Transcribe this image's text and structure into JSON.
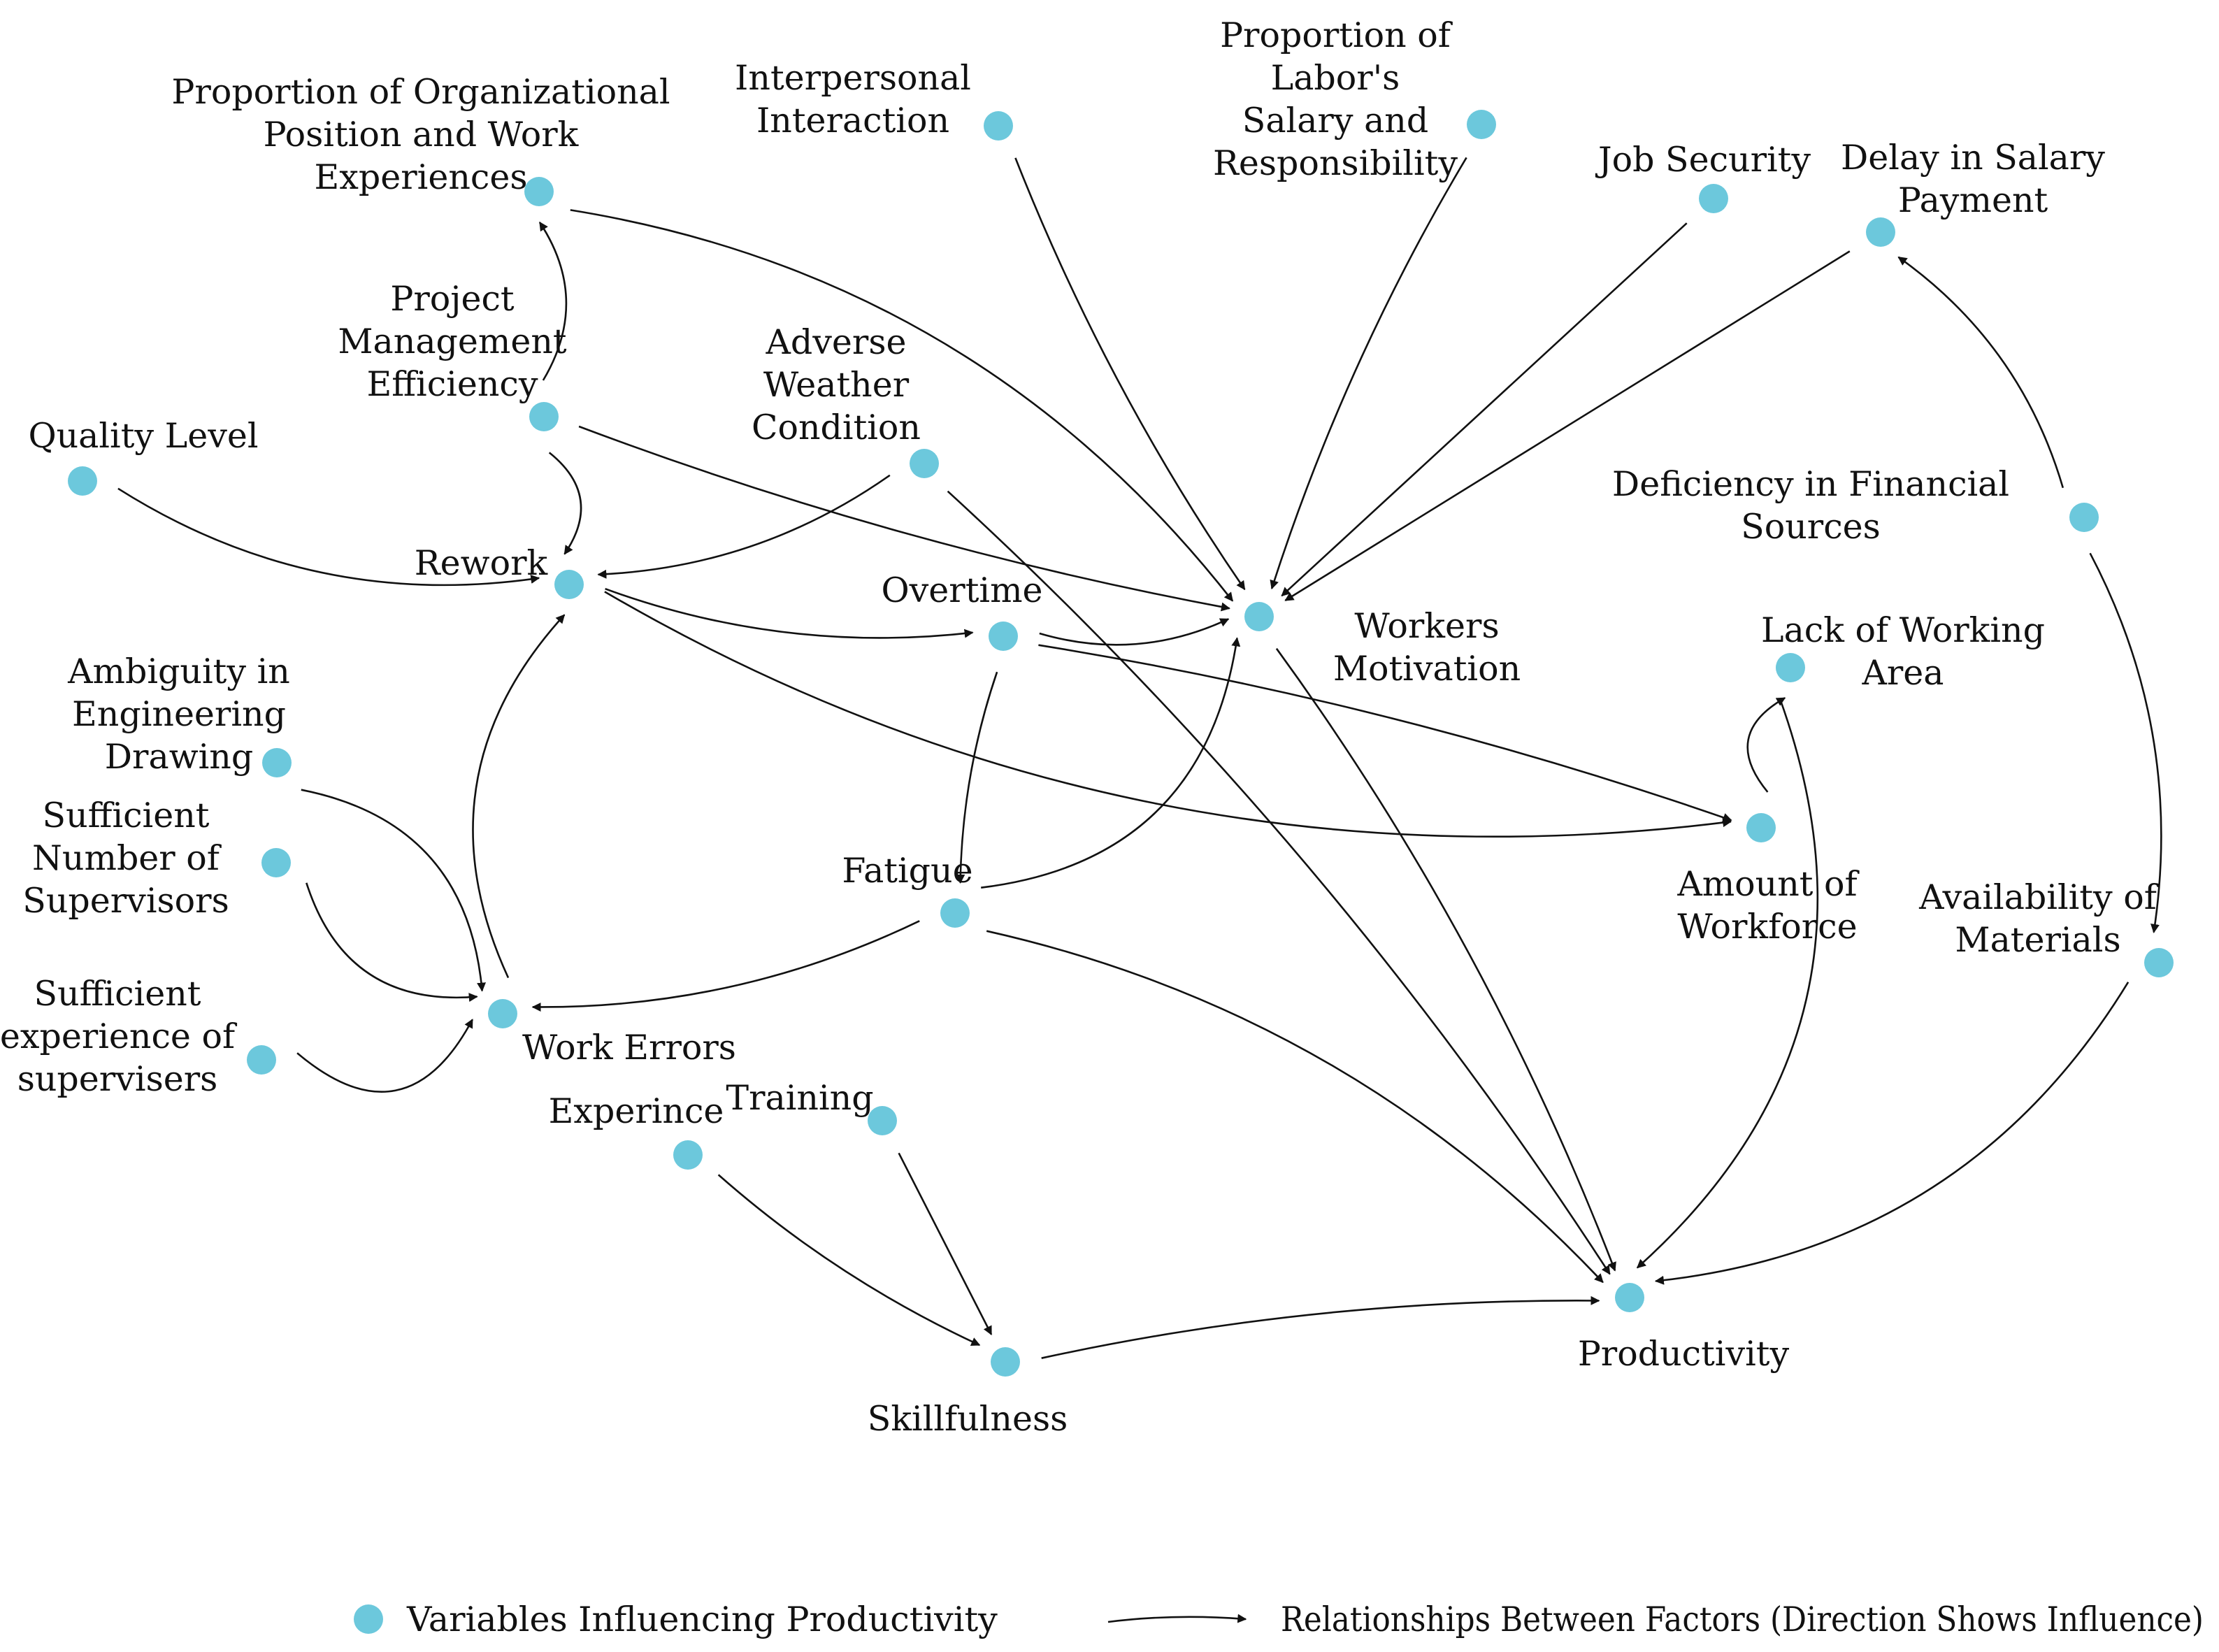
{
  "colors": {
    "node": "#6cc8dc",
    "edge": "#111111",
    "background": "#ffffff"
  },
  "nodes": [
    {
      "id": "org_position",
      "label": [
        "Proportion of Organizational",
        "Position and Work",
        "Experiences"
      ]
    },
    {
      "id": "interpersonal",
      "label": [
        "Interpersonal",
        "Interaction"
      ]
    },
    {
      "id": "labor_salary",
      "label": [
        "Proportion of",
        "Labor's",
        "Salary and",
        "Responsibility"
      ]
    },
    {
      "id": "job_security",
      "label": [
        "Job Security"
      ]
    },
    {
      "id": "delay_salary",
      "label": [
        "Delay in Salary",
        "Payment"
      ]
    },
    {
      "id": "pm_efficiency",
      "label": [
        "Project",
        "Management",
        "Efficiency"
      ]
    },
    {
      "id": "weather",
      "label": [
        "Adverse",
        "Weather",
        "Condition"
      ]
    },
    {
      "id": "quality",
      "label": [
        "Quality Level"
      ]
    },
    {
      "id": "financial",
      "label": [
        "Deficiency in Financial",
        "Sources"
      ]
    },
    {
      "id": "rework",
      "label": [
        "Rework"
      ]
    },
    {
      "id": "overtime",
      "label": [
        "Overtime"
      ]
    },
    {
      "id": "motivation",
      "label": [
        "Workers",
        "Motivation"
      ]
    },
    {
      "id": "working_area",
      "label": [
        "Lack of Working",
        "Area"
      ]
    },
    {
      "id": "ambiguity",
      "label": [
        "Ambiguity in",
        "Engineering",
        "Drawing"
      ]
    },
    {
      "id": "num_supervisors",
      "label": [
        "Sufficient",
        "Number of",
        "Supervisors"
      ]
    },
    {
      "id": "workforce",
      "label": [
        "Amount of",
        "Workforce"
      ]
    },
    {
      "id": "fatigue",
      "label": [
        "Fatigue"
      ]
    },
    {
      "id": "materials",
      "label": [
        "Availability of",
        "Materials"
      ]
    },
    {
      "id": "exp_supervisors",
      "label": [
        "Sufficient",
        "experience of",
        "supervisers"
      ]
    },
    {
      "id": "work_errors",
      "label": [
        "Work Errors"
      ]
    },
    {
      "id": "experience",
      "label": [
        "Experince"
      ]
    },
    {
      "id": "training",
      "label": [
        "Training"
      ]
    },
    {
      "id": "productivity",
      "label": [
        "Productivity"
      ]
    },
    {
      "id": "skillfulness",
      "label": [
        "Skillfulness"
      ]
    }
  ],
  "edges": [
    {
      "from": "pm_efficiency",
      "to": "org_position"
    },
    {
      "from": "pm_efficiency",
      "to": "rework"
    },
    {
      "from": "pm_efficiency",
      "to": "motivation"
    },
    {
      "from": "org_position",
      "to": "motivation"
    },
    {
      "from": "interpersonal",
      "to": "motivation"
    },
    {
      "from": "labor_salary",
      "to": "motivation"
    },
    {
      "from": "job_security",
      "to": "motivation"
    },
    {
      "from": "delay_salary",
      "to": "motivation"
    },
    {
      "from": "financial",
      "to": "delay_salary"
    },
    {
      "from": "financial",
      "to": "materials"
    },
    {
      "from": "quality",
      "to": "rework"
    },
    {
      "from": "weather",
      "to": "rework"
    },
    {
      "from": "weather",
      "to": "productivity"
    },
    {
      "from": "rework",
      "to": "overtime"
    },
    {
      "from": "rework",
      "to": "workforce"
    },
    {
      "from": "overtime",
      "to": "motivation"
    },
    {
      "from": "overtime",
      "to": "fatigue"
    },
    {
      "from": "overtime",
      "to": "workforce"
    },
    {
      "from": "workforce",
      "to": "working_area"
    },
    {
      "from": "working_area",
      "to": "productivity"
    },
    {
      "from": "motivation",
      "to": "productivity"
    },
    {
      "from": "materials",
      "to": "productivity"
    },
    {
      "from": "fatigue",
      "to": "motivation"
    },
    {
      "from": "fatigue",
      "to": "work_errors"
    },
    {
      "from": "fatigue",
      "to": "productivity"
    },
    {
      "from": "work_errors",
      "to": "rework"
    },
    {
      "from": "ambiguity",
      "to": "work_errors"
    },
    {
      "from": "num_supervisors",
      "to": "work_errors"
    },
    {
      "from": "exp_supervisors",
      "to": "work_errors"
    },
    {
      "from": "experience",
      "to": "skillfulness"
    },
    {
      "from": "training",
      "to": "skillfulness"
    },
    {
      "from": "skillfulness",
      "to": "productivity"
    }
  ],
  "legend": {
    "node_label": "Variables Influencing Productivity",
    "edge_label": "Relationships Between Factors (Direction Shows Influence)"
  }
}
